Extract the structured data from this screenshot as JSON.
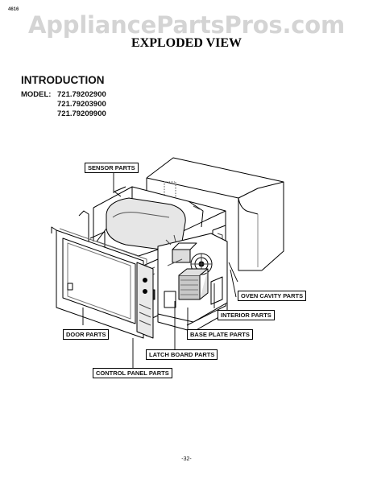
{
  "header": {
    "corner_mark": "4616",
    "watermark": "AppliancePartsPros.com",
    "title": "EXPLODED VIEW"
  },
  "intro": {
    "heading": "INTRODUCTION",
    "model_label": "MODEL:",
    "models": [
      "721.79202900",
      "721.79203900",
      "721.79209900"
    ]
  },
  "callouts": {
    "sensor": "SENSOR PARTS",
    "oven_cavity": "OVEN CAVITY PARTS",
    "interior": "INTERIOR PARTS",
    "base_plate": "BASE PLATE PARTS",
    "door": "DOOR PARTS",
    "latch_board": "LATCH BOARD PARTS",
    "control_panel": "CONTROL PANEL PARTS"
  },
  "footer": {
    "page_number": "-32-"
  },
  "colors": {
    "line": "#000000",
    "watermark": "#d4d4d4",
    "shade": "#c8c8c8"
  }
}
